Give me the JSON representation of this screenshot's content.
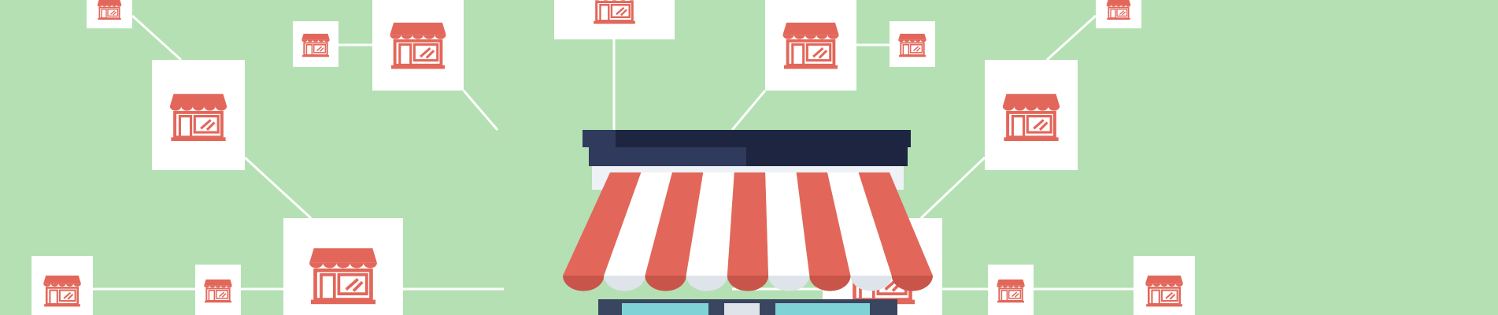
{
  "colors": {
    "background": "#b4e0b4",
    "card": "#ffffff",
    "connector": "#ffffff",
    "icon": "#e2675a",
    "awning_red": "#e2675a",
    "awning_red_dark": "#c9544a",
    "awning_white": "#ffffff",
    "awning_white_shade": "#dfe3ea",
    "roof_dark": "#1d2540",
    "roof_light": "#2f3a5c",
    "glass": "#7fd3d6",
    "glass_dark": "#5bb9bd",
    "frame": "#3a4560"
  },
  "icons": {
    "store_node": "store-icon",
    "central_store": "central-storefront-illustration"
  },
  "network": {
    "hub": "central-store",
    "node_count": 15
  }
}
